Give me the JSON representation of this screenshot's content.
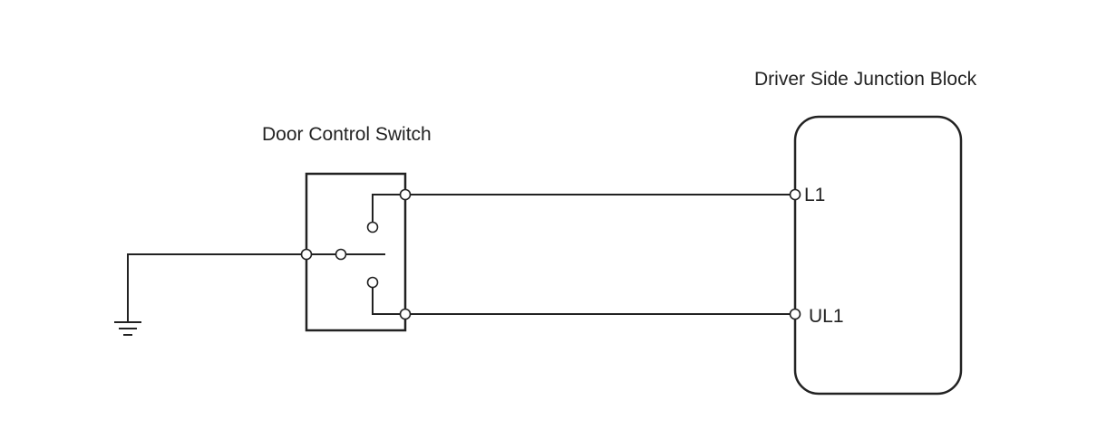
{
  "components": {
    "switch": {
      "title": "Door Control Switch"
    },
    "junction_block": {
      "title": "Driver Side Junction Block"
    }
  },
  "pins": {
    "l1": "L1",
    "ul1": "UL1"
  },
  "colors": {
    "line": "#222222",
    "background": "#ffffff"
  }
}
